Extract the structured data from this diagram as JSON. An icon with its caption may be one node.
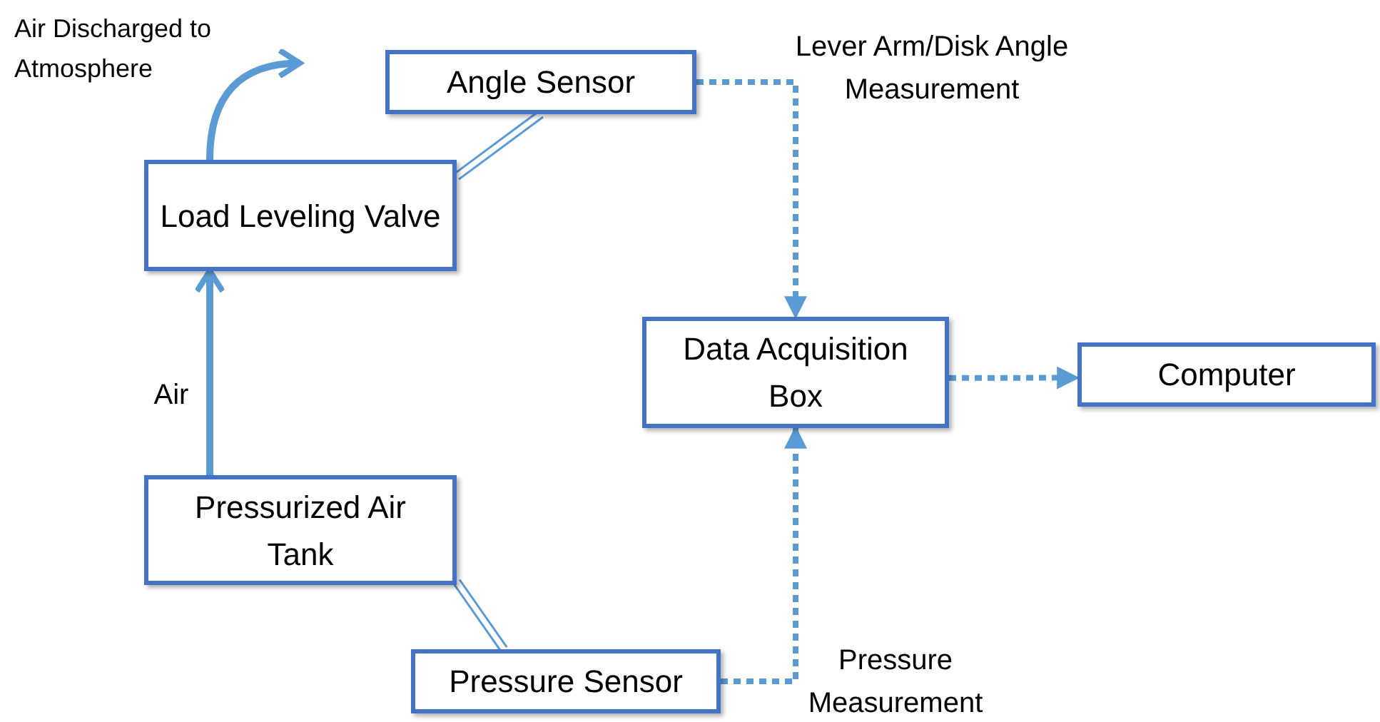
{
  "diagram": {
    "nodes": [
      {
        "text": [
          "Angle Sensor"
        ]
      },
      {
        "text": [
          "Load Leveling Valve"
        ]
      },
      {
        "text": [
          "Data Acquisition Box"
        ]
      },
      {
        "text": [
          "Computer"
        ]
      },
      {
        "text": [
          "Pressurized Air Tank"
        ]
      },
      {
        "text": [
          "Pressure Sensor"
        ]
      },
      {
        "text": [
          "Air Discharged to Atmosphere"
        ]
      }
    ],
    "edges": [
      {
        "from": 0,
        "to": 1,
        "arrow": "none"
      },
      {
        "from": 4,
        "to": 5,
        "arrow": "none"
      },
      {
        "from": 4,
        "to": 1,
        "arrow": "to",
        "label": "Air"
      },
      {
        "from": 1,
        "to": 6,
        "arrow": "to"
      },
      {
        "from": 0,
        "to": 2,
        "arrow": "to",
        "label": "Lever Arm/Disk Angle Measurement",
        "style": "dashed"
      },
      {
        "from": 5,
        "to": 2,
        "arrow": "to",
        "label": "Pressure Measurement",
        "style": "dashed"
      },
      {
        "from": 2,
        "to": 3,
        "arrow": "to",
        "style": "dashed"
      }
    ]
  }
}
